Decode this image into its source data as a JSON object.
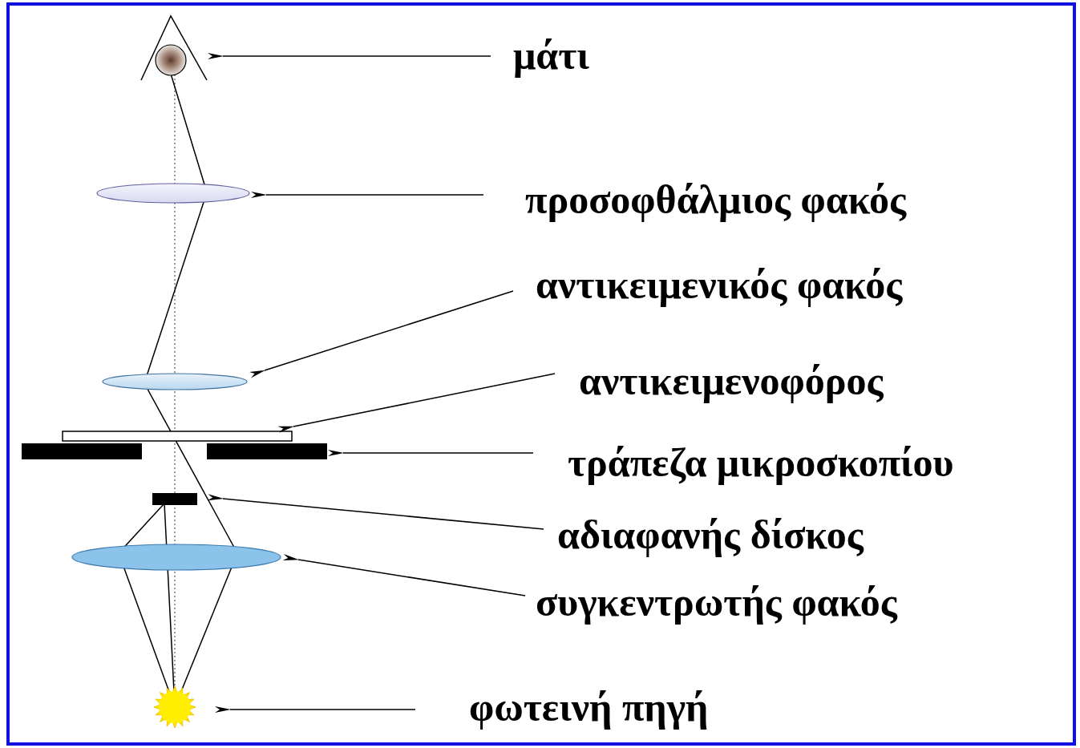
{
  "diagram": {
    "labels": [
      "μάτι",
      "προσοφθάλμιος φακός",
      "αντικειμενικός φακός",
      "αντικειμενοφόρος",
      "τράπεζα μικροσκοπίου",
      "αδιαφανής δίσκος",
      "συγκεντρωτής φακός",
      "φωτεινή πηγή"
    ]
  }
}
